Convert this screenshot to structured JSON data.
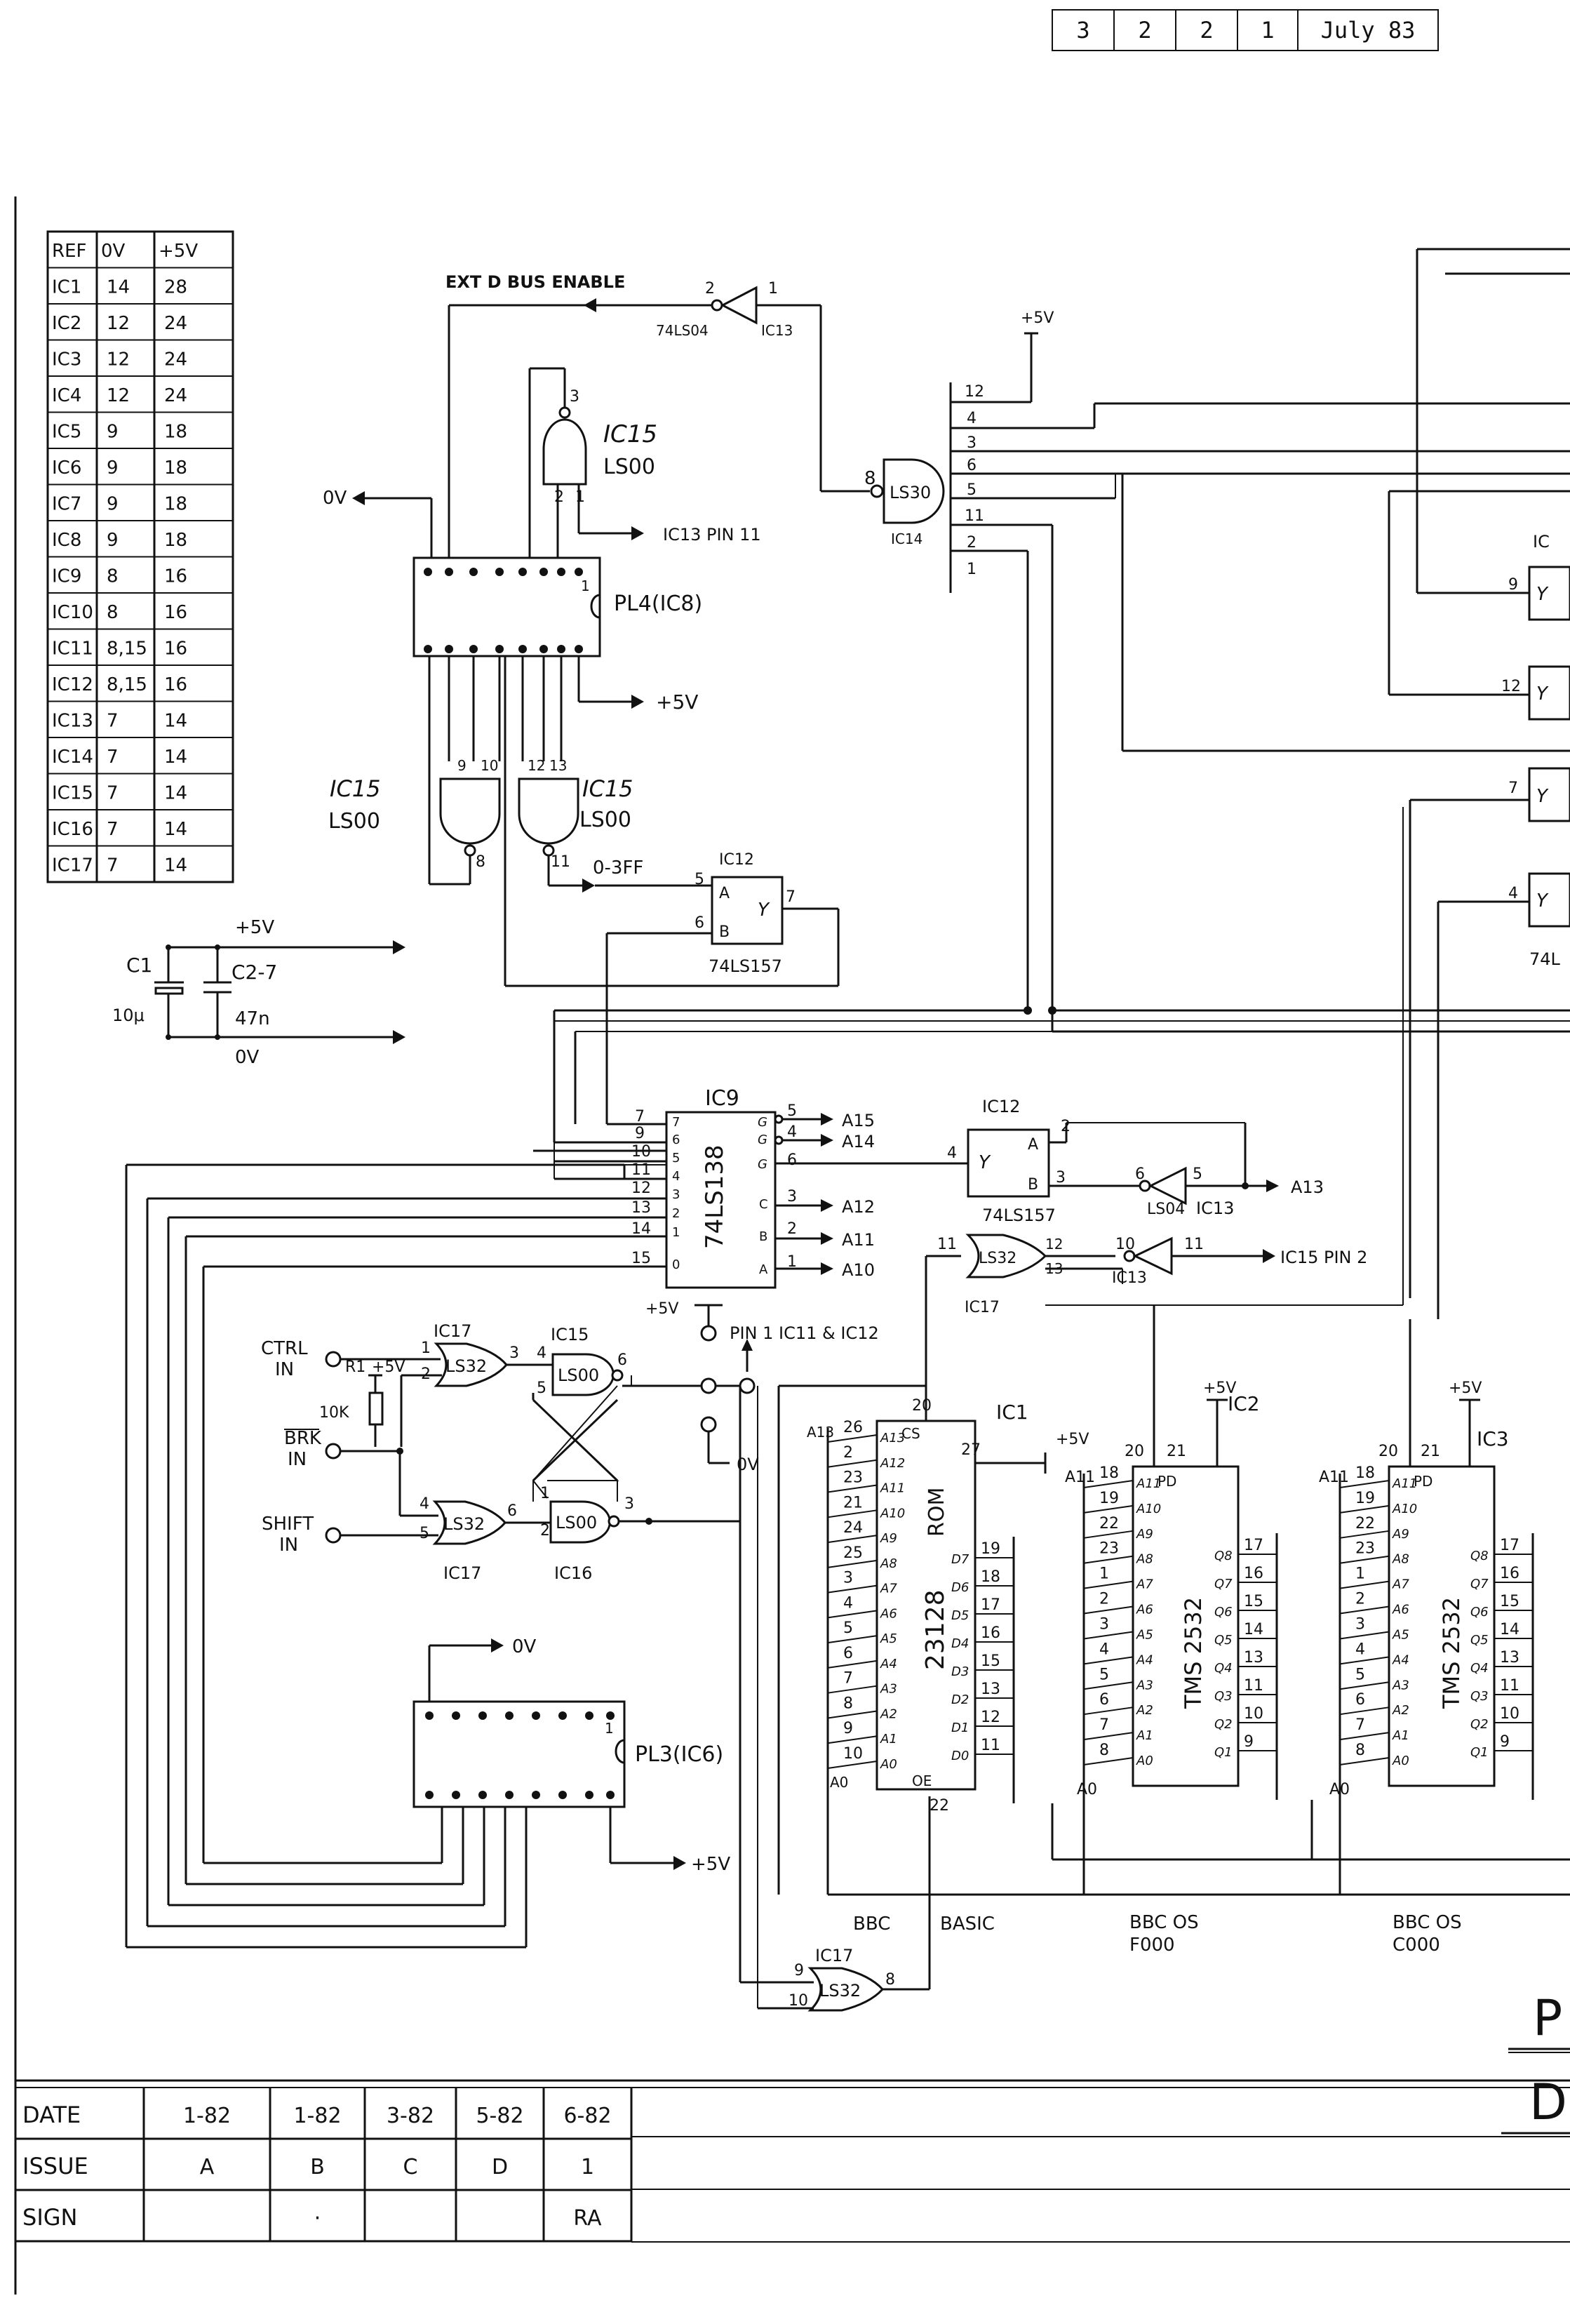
{
  "revision_box": [
    "3",
    "2",
    "2",
    "1",
    "July 83"
  ],
  "power_table": {
    "headers": [
      "REF",
      "0V",
      "+5V"
    ],
    "rows": [
      [
        "IC1",
        "14",
        "28"
      ],
      [
        "IC2",
        "12",
        "24"
      ],
      [
        "IC3",
        "12",
        "24"
      ],
      [
        "IC4",
        "12",
        "24"
      ],
      [
        "IC5",
        "9",
        "18"
      ],
      [
        "IC6",
        "9",
        "18"
      ],
      [
        "IC7",
        "9",
        "18"
      ],
      [
        "IC8",
        "9",
        "18"
      ],
      [
        "IC9",
        "8",
        "16"
      ],
      [
        "IC10",
        "8",
        "16"
      ],
      [
        "IC11",
        "8,15",
        "16"
      ],
      [
        "IC12",
        "8,15",
        "16"
      ],
      [
        "IC13",
        "7",
        "14"
      ],
      [
        "IC14",
        "7",
        "14"
      ],
      [
        "IC15",
        "7",
        "14"
      ],
      [
        "IC16",
        "7",
        "14"
      ],
      [
        "IC17",
        "7",
        "14"
      ]
    ]
  },
  "capacitors": {
    "c1": "C1",
    "c1_value": "10μ",
    "c2": "C2-7",
    "c2_value": "47n",
    "plus5": "+5V",
    "zero": "0V"
  },
  "top": {
    "ext_dbus": "EXT D BUS ENABLE",
    "ic13_type": "74LS04",
    "ic13": "IC13",
    "plus5": "+5V",
    "ic14_type": "LS30",
    "ic14": "IC14",
    "ic15_a": "IC15",
    "ls00_a": "LS00",
    "ov_left": "0V",
    "ic13_pin": "IC13 PIN 11",
    "pl4": "PL4(IC8)",
    "plus5_pl4": "+5V",
    "ic15_b": "IC15",
    "ls00_b": "LS00",
    "ic15_c": "IC15",
    "ls00_c": "LS00",
    "o3ff": "0-3FF",
    "ic12_a": "IC12",
    "ic12_a_type": "74LS157",
    "right_ic_labels": [
      "IC",
      "74L"
    ]
  },
  "decoder": {
    "ic9": "IC9",
    "type": "74LS138",
    "outputs": [
      "A15",
      "A14",
      "A12",
      "A11",
      "A10",
      "A13"
    ],
    "ic12_b": "IC12",
    "ic12_b_type": "74LS157",
    "ls04": "LS04",
    "ic13": "IC13",
    "ls32": "LS32",
    "ic13_b": "IC13",
    "ic17": "IC17",
    "ic15_pin2": "IC15 PIN 2",
    "plus5": "+5V",
    "pin1_label": "PIN 1 IC11 & IC12",
    "ov": "0V"
  },
  "keyboard": {
    "ctrl": [
      "CTRL",
      "IN"
    ],
    "brk": [
      "BRK",
      "IN"
    ],
    "shift": [
      "SHIFT",
      "IN"
    ],
    "r1": "R1",
    "r1_value": "10K",
    "plus5": "+5V",
    "ic17_a": "IC17",
    "ls32_a": "LS32",
    "ic17_b": "IC17",
    "ls32_b": "LS32",
    "ic15": "IC15",
    "ls00_a": "LS00",
    "ic16": "IC16",
    "ls00_b": "LS00"
  },
  "pl3": {
    "label": "PL3(IC6)",
    "ov": "0V",
    "plus5": "+5V"
  },
  "roms": {
    "ic1": {
      "ref": "IC1",
      "type": "23128",
      "kind": "ROM",
      "plus5": "+5V",
      "caption": [
        "BBC",
        "BASIC"
      ],
      "a_top": "A13",
      "a_bottom": "A0"
    },
    "ic2": {
      "ref": "IC2",
      "type": "TMS 2532",
      "plus5": "+5V",
      "caption": [
        "BBC OS",
        "F000"
      ],
      "a_top": "A11",
      "a_bottom": "A0"
    },
    "ic3": {
      "ref": "IC3",
      "type": "TMS 2532",
      "plus5": "+5V",
      "caption": [
        "BBC OS",
        "C000"
      ],
      "a_top": "A11",
      "a_bottom": "A0"
    }
  },
  "or_gate_bottom": {
    "ic": "IC17",
    "type": "LS32"
  },
  "title_frag": [
    "P",
    "D"
  ],
  "history": {
    "rows": [
      {
        "label": "DATE",
        "cells": [
          "1-82",
          "1-82",
          "3-82",
          "5-82",
          "6-82"
        ]
      },
      {
        "label": "ISSUE",
        "cells": [
          "A",
          "B",
          "C",
          "D",
          "1"
        ]
      },
      {
        "label": "SIGN",
        "cells": [
          "",
          "·",
          "",
          "",
          "RA"
        ]
      }
    ]
  }
}
